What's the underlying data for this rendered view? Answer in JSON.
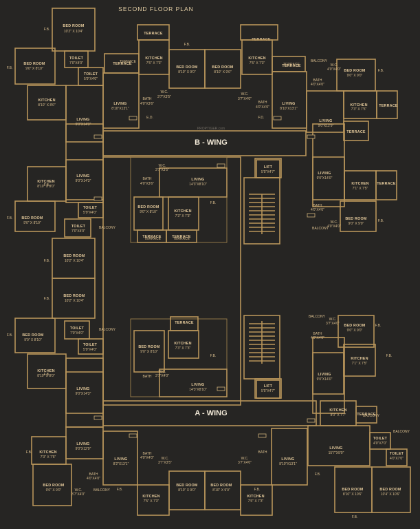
{
  "title": "SECOND FLOOR PLAN",
  "watermark": "PROPTIGER.com",
  "wings": [
    {
      "id": "b",
      "label": "B - WING"
    },
    {
      "id": "a",
      "label": "A - WING"
    }
  ],
  "rooms": [
    {
      "label": "BED ROOM",
      "dim": "10'2\" X 10'4\""
    },
    {
      "label": "TERRACE",
      "dim": ""
    },
    {
      "label": "KITCHEN",
      "dim": "7'5\" X 7'3\""
    },
    {
      "label": "BED ROOM",
      "dim": "8'10\" X 9'0\""
    },
    {
      "label": "BED ROOM",
      "dim": "8'10\" X 9'0\""
    },
    {
      "label": "TERRACE",
      "dim": ""
    },
    {
      "label": "KITCHEN",
      "dim": "7'5\" X 7'3\""
    },
    {
      "label": "TERRACE",
      "dim": ""
    },
    {
      "label": "TERRACE",
      "dim": ""
    },
    {
      "label": "BED ROOM",
      "dim": "9'0\" X 8'10\""
    },
    {
      "label": "TOILET",
      "dim": "7'0\"X4'0\""
    },
    {
      "label": "TOILET",
      "dim": "5'9\"X4'0\""
    },
    {
      "label": "KITCHEN",
      "dim": "8'10\" X 8'0\""
    },
    {
      "label": "LIVING",
      "dim": "9'0\"X14'3\""
    },
    {
      "label": "LIVING",
      "dim": "8'10\"X13'1\""
    },
    {
      "label": "LIVING",
      "dim": "8'10\"X13'1\""
    },
    {
      "label": "BED ROOM",
      "dim": "9'0\" X 9'0\""
    },
    {
      "label": "KITCHEN",
      "dim": "7'3\" X 7'5\""
    },
    {
      "label": "TERRACE",
      "dim": ""
    },
    {
      "label": "LIVING",
      "dim": "9'0\"X12'9\""
    },
    {
      "label": "TERRACE",
      "dim": ""
    },
    {
      "label": "KITCHEN",
      "dim": "8'10\" X 8'0\""
    },
    {
      "label": "LIVING",
      "dim": "9'0\"X14'3\""
    },
    {
      "label": "LIVING",
      "dim": "14'3\"X8'10\""
    },
    {
      "label": "LIFT",
      "dim": "5'5\"X4'7\""
    },
    {
      "label": "LIVING",
      "dim": "9'0\"X14'0\""
    },
    {
      "label": "KITCHEN",
      "dim": "7'1\" X 7'5\""
    },
    {
      "label": "TERRACE",
      "dim": ""
    },
    {
      "label": "BED ROOM",
      "dim": "9'0\" X 8'10\""
    },
    {
      "label": "TOILET",
      "dim": "5'9\"X4'0\""
    },
    {
      "label": "TOILET",
      "dim": "7'0\"X4'0\""
    },
    {
      "label": "BED ROOM",
      "dim": "9'0\" X 8'10\""
    },
    {
      "label": "KITCHEN",
      "dim": "7'3\" X 7'3\""
    },
    {
      "label": "BED ROOM",
      "dim": "9'0\" X 9'0\""
    },
    {
      "label": "TERRACE",
      "dim": ""
    },
    {
      "label": "TERRACE",
      "dim": ""
    },
    {
      "label": "BED ROOM",
      "dim": "10'2\" X 10'4\""
    },
    {
      "label": "BED ROOM",
      "dim": "10'2\" X 10'4\""
    },
    {
      "label": "TERRACE",
      "dim": ""
    },
    {
      "label": "BED ROOM",
      "dim": "9'0\" X 9'0\""
    },
    {
      "label": "TOILET",
      "dim": "7'0\"X4'0\""
    },
    {
      "label": "TOILET",
      "dim": "5'9\"X4'0\""
    },
    {
      "label": "BED ROOM",
      "dim": "9'0\" X 8'10\""
    },
    {
      "label": "BED ROOM",
      "dim": "9'0\" X 8'10\""
    },
    {
      "label": "KITCHEN",
      "dim": "7'3\" X 7'3\""
    },
    {
      "label": "KITCHEN",
      "dim": "7'1\" X 7'5\""
    },
    {
      "label": "KITCHEN",
      "dim": "8'10\" X 8'0\""
    },
    {
      "label": "LIVING",
      "dim": "9'0\"X14'0\""
    },
    {
      "label": "LIVING",
      "dim": "9'0\"X14'3\""
    },
    {
      "label": "LIVING",
      "dim": "14'3\"X8'10\""
    },
    {
      "label": "LIFT",
      "dim": "5'5\"X4'7\""
    },
    {
      "label": "KITCHEN",
      "dim": "8'0\" X 7'7\""
    },
    {
      "label": "TERRACE",
      "dim": ""
    },
    {
      "label": "LIVING",
      "dim": "9'0\"X12'9\""
    },
    {
      "label": "KITCHEN",
      "dim": "7'3\" X 7'5\""
    },
    {
      "label": "LIVING",
      "dim": "8'2\"X13'1\""
    },
    {
      "label": "LIVING",
      "dim": "8'10\"X13'1\""
    },
    {
      "label": "LIVING",
      "dim": "15'7\"X9'0\""
    },
    {
      "label": "TOILET",
      "dim": "4'0\"X7'0\""
    },
    {
      "label": "TOILET",
      "dim": "4'0\"X7'0\""
    },
    {
      "label": "BED ROOM",
      "dim": "9'0\" X 9'0\""
    },
    {
      "label": "BED ROOM",
      "dim": "8'10\" X 9'0\""
    },
    {
      "label": "BED ROOM",
      "dim": "8'10\" X 9'0\""
    },
    {
      "label": "BED ROOM",
      "dim": "8'10\" X 10'6\""
    },
    {
      "label": "BED ROOM",
      "dim": "10'4\" X 10'6\""
    },
    {
      "label": "KITCHEN",
      "dim": "7'5\" X 7'3\""
    },
    {
      "label": "KITCHEN",
      "dim": "7'5\" X 7'3\""
    }
  ],
  "small": [
    "F.B.",
    "F.B.",
    "F.B.",
    "F.B.",
    "F.B.",
    "F.B.",
    "F.B.",
    "F.B.",
    "F.B.",
    "F.B.",
    "F.B.",
    "F.B.",
    "F.B.",
    "F.B.",
    "F.B.",
    "F.B.",
    "F.B.",
    "F.B.",
    "F.B.",
    "F.B.",
    "BALCONY",
    "BALCONY",
    "BALCONY",
    "BALCONY",
    "BALCONY",
    "BALCONY",
    "BALCONY",
    "BALCONY",
    "W.C.",
    "W.C.",
    "W.C.",
    "W.C.",
    "W.C.",
    "W.C.",
    "W.C.",
    "W.C.",
    "W.C.",
    "W.C.",
    "BATH",
    "BATH",
    "BATH",
    "BATH",
    "BATH",
    "BATH",
    "BATH",
    "BATH",
    "BATH",
    "BATH",
    "E.D.",
    "F.D.",
    "TERRACE",
    "TERRACE",
    "TERRACE",
    "TERRACE"
  ],
  "sizes": [
    "3'7\"X3'5\"",
    "3'7\"X4'0\"",
    "4'0\"X4'0\"",
    "3'7\"X3'5\"",
    "4'0\"X4'0\"",
    "4'0\"X3'6\"",
    "4'0\"X4'0\"",
    "4'0\"X4'0\"",
    "4'0\"X3'6\"",
    "4'0\"X4'0\"",
    "3'7\"X4'0\"",
    "4'0\"X4'0\"",
    "3'7\"X4'0\"",
    "3'7\"X3'5\"",
    "4'0\"X4'0\"",
    "3'7\"X4'0\"",
    "3'7\"X4'0\"",
    "4'0\"X4'0\""
  ]
}
